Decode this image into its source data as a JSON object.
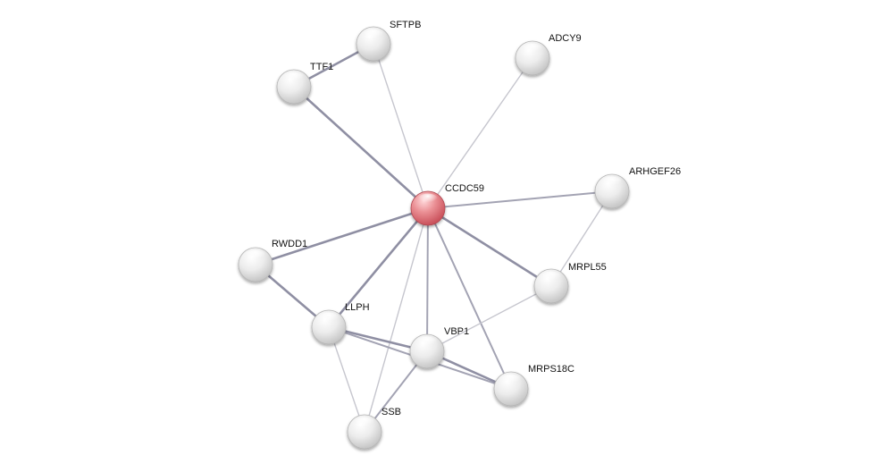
{
  "network": {
    "colors": {
      "background": "#ffffff",
      "node_fill": "#e6e6e6",
      "node_query_fill": "#e07a80",
      "label": "#111111",
      "edge_strong": "#8f8fa3",
      "edge_medium": "#a3a3b3",
      "edge_weak": "#c6c6ce"
    },
    "nodes": [
      {
        "id": "CCDC59",
        "label": "CCDC59",
        "query": true
      },
      {
        "id": "SFTPB",
        "label": "SFTPB",
        "query": false
      },
      {
        "id": "TTF1",
        "label": "TTF1",
        "query": false
      },
      {
        "id": "ADCY9",
        "label": "ADCY9",
        "query": false
      },
      {
        "id": "ARHGEF26",
        "label": "ARHGEF26",
        "query": false
      },
      {
        "id": "RWDD1",
        "label": "RWDD1",
        "query": false
      },
      {
        "id": "MRPL55",
        "label": "MRPL55",
        "query": false
      },
      {
        "id": "LLPH",
        "label": "LLPH",
        "query": false
      },
      {
        "id": "VBP1",
        "label": "VBP1",
        "query": false
      },
      {
        "id": "MRPS18C",
        "label": "MRPS18C",
        "query": false
      },
      {
        "id": "SSB",
        "label": "SSB",
        "query": false
      }
    ],
    "edges": [
      {
        "source": "TTF1",
        "target": "SFTPB",
        "strength": "strong"
      },
      {
        "source": "CCDC59",
        "target": "TTF1",
        "strength": "strong"
      },
      {
        "source": "CCDC59",
        "target": "SFTPB",
        "strength": "weak"
      },
      {
        "source": "CCDC59",
        "target": "ADCY9",
        "strength": "weak"
      },
      {
        "source": "CCDC59",
        "target": "ARHGEF26",
        "strength": "medium"
      },
      {
        "source": "CCDC59",
        "target": "RWDD1",
        "strength": "strong"
      },
      {
        "source": "CCDC59",
        "target": "MRPL55",
        "strength": "strong"
      },
      {
        "source": "CCDC59",
        "target": "LLPH",
        "strength": "strong"
      },
      {
        "source": "CCDC59",
        "target": "VBP1",
        "strength": "medium"
      },
      {
        "source": "CCDC59",
        "target": "MRPS18C",
        "strength": "medium"
      },
      {
        "source": "CCDC59",
        "target": "SSB",
        "strength": "weak"
      },
      {
        "source": "ARHGEF26",
        "target": "MRPL55",
        "strength": "weak"
      },
      {
        "source": "RWDD1",
        "target": "LLPH",
        "strength": "strong"
      },
      {
        "source": "LLPH",
        "target": "VBP1",
        "strength": "strong"
      },
      {
        "source": "LLPH",
        "target": "MRPS18C",
        "strength": "medium"
      },
      {
        "source": "LLPH",
        "target": "SSB",
        "strength": "weak"
      },
      {
        "source": "VBP1",
        "target": "MRPL55",
        "strength": "weak"
      },
      {
        "source": "VBP1",
        "target": "MRPS18C",
        "strength": "strong"
      },
      {
        "source": "VBP1",
        "target": "SSB",
        "strength": "medium"
      }
    ]
  }
}
